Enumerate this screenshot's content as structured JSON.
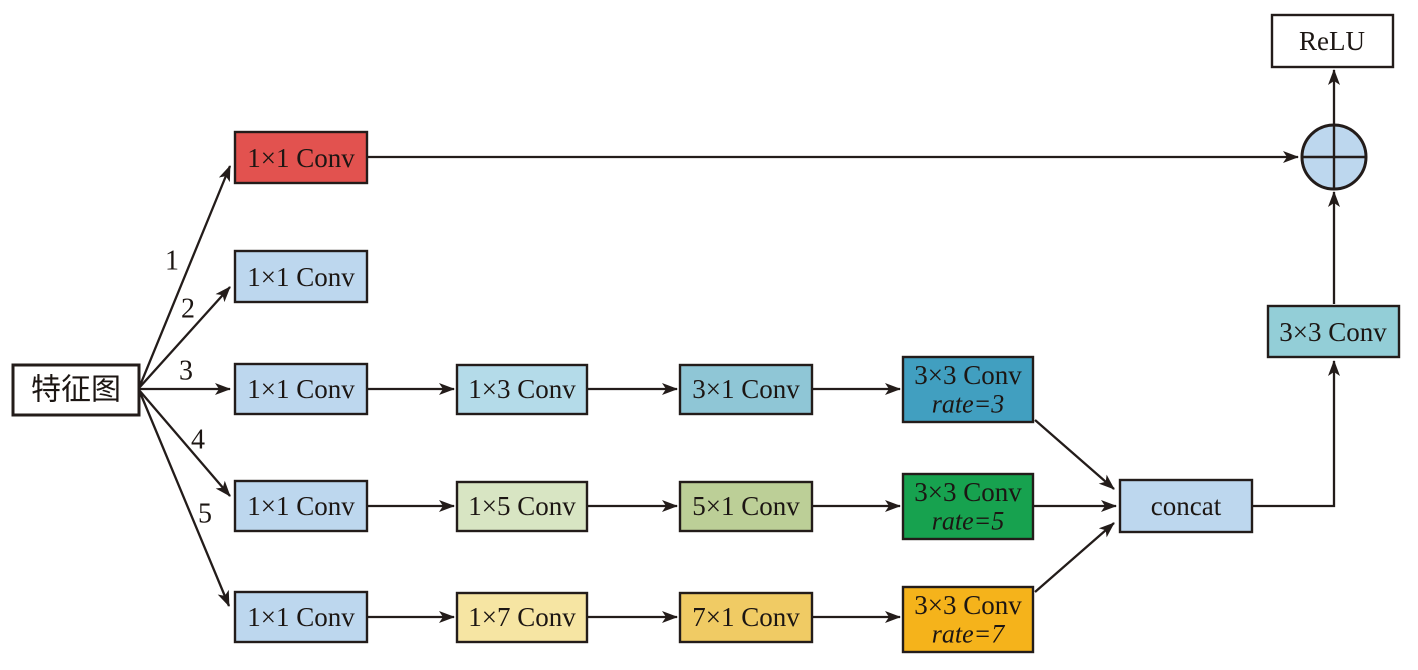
{
  "figure": {
    "background_color": "#ffffff",
    "line_color": "#231c1a",
    "input": {
      "label": "特征图",
      "fill": "#ffffff"
    },
    "branch_labels": {
      "b1": "1",
      "b2": "2",
      "b3": "3",
      "b4": "4",
      "b5": "5"
    },
    "nodes": {
      "b1_conv": {
        "label": "1×1 Conv",
        "fill": "#e2524f"
      },
      "b2_conv": {
        "label": "1×1 Conv",
        "fill": "#bdd7ee"
      },
      "b3_conv1": {
        "label": "1×1 Conv",
        "fill": "#bdd7ee"
      },
      "b3_conv2": {
        "label": "1×3 Conv",
        "fill": "#b4dbe9"
      },
      "b3_conv3": {
        "label": "3×1 Conv",
        "fill": "#8fc6d6"
      },
      "b3_dilated": {
        "label": "3×3 Conv",
        "sublabel": "rate=3",
        "fill": "#419fc0"
      },
      "b4_conv1": {
        "label": "1×1 Conv",
        "fill": "#bdd7ee"
      },
      "b4_conv2": {
        "label": "1×5 Conv",
        "fill": "#d8e5c3"
      },
      "b4_conv3": {
        "label": "5×1 Conv",
        "fill": "#bccf97"
      },
      "b4_dilated": {
        "label": "3×3 Conv",
        "sublabel": "rate=5",
        "fill": "#17a24f"
      },
      "b5_conv1": {
        "label": "1×1 Conv",
        "fill": "#bdd7ee"
      },
      "b5_conv2": {
        "label": "1×7 Conv",
        "fill": "#f6e5a3"
      },
      "b5_conv3": {
        "label": "7×1 Conv",
        "fill": "#f0cb64"
      },
      "b5_dilated": {
        "label": "3×3 Conv",
        "sublabel": "rate=7",
        "fill": "#f5b31b"
      },
      "concat": {
        "label": "concat",
        "fill": "#bdd7ee"
      },
      "fuse_conv": {
        "label": "3×3 Conv",
        "fill": "#93ced7"
      },
      "relu": {
        "label": "ReLU",
        "fill": "#ffffff"
      },
      "sum_circle": {
        "icon": "plus-circle-icon",
        "fill": "#bdd7ee"
      }
    }
  }
}
